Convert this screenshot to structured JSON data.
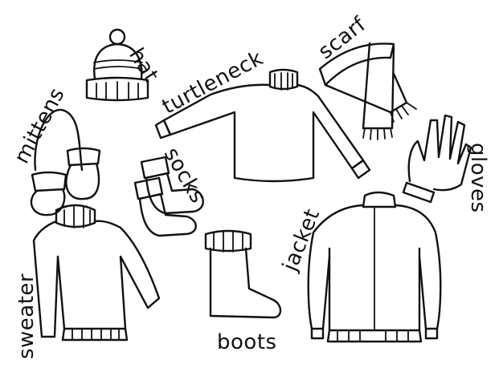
{
  "labels": {
    "hat": "hat",
    "scarf": "scarf",
    "mittens": "mittens",
    "turtleneck": "turtleneck",
    "socks": "socks",
    "gloves": "gloves",
    "jacket": "jacket",
    "sweater": "sweater",
    "boots": "boots"
  },
  "colors": {
    "ink": "#111111",
    "paper": "#ffffff"
  }
}
